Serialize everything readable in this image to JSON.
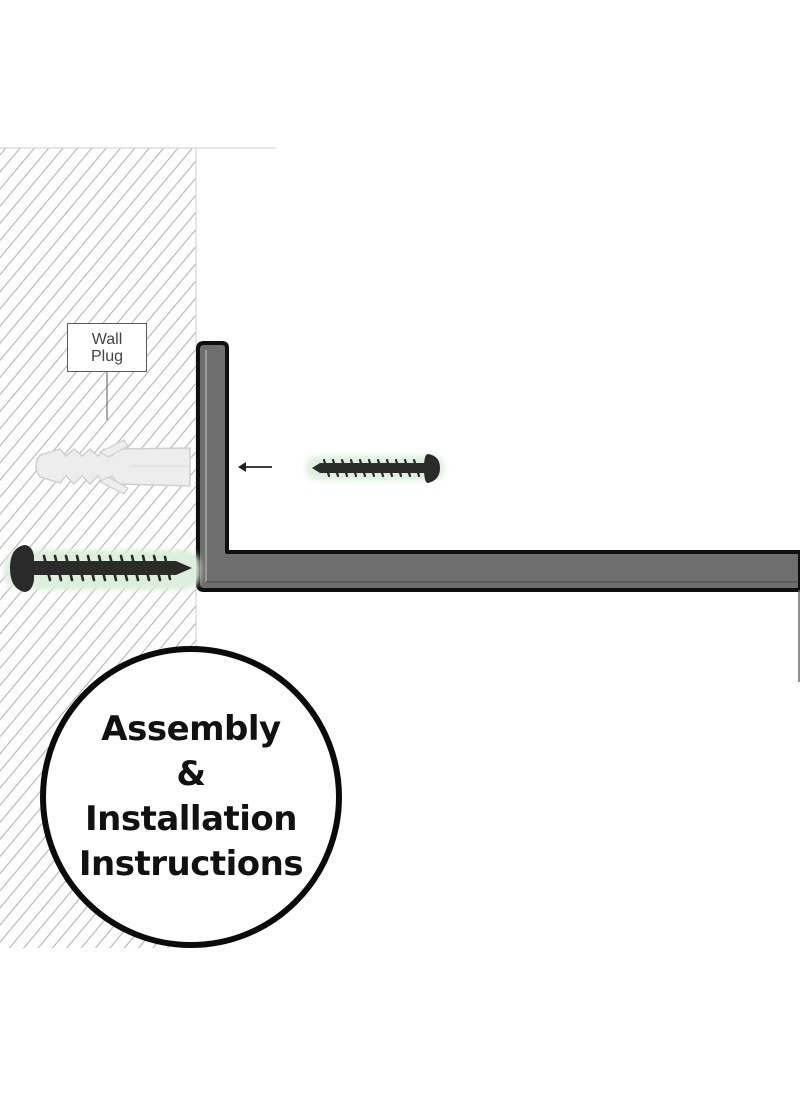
{
  "diagram": {
    "labels": {
      "wall_plug_line1": "Wall",
      "wall_plug_line2": "Plug"
    },
    "title": {
      "line1": "Assembly",
      "line2": "&",
      "line3": "Installation",
      "line4": "Instructions"
    },
    "colors": {
      "hatch": "#b8b8b8",
      "bracket_fill": "#6e6e6e",
      "bracket_outline": "#0f0f0f",
      "screw": "#2a2a2a",
      "screw_glow": "#dcefdc",
      "plug": "#eeeeee"
    }
  }
}
